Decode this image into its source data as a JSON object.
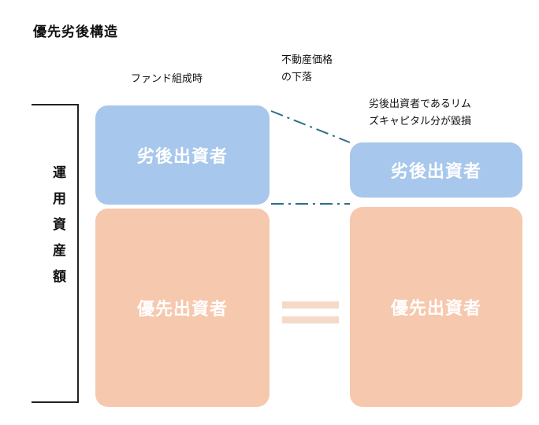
{
  "title": "優先劣後構造",
  "axis_label": "運用資産額",
  "labels": {
    "formation": "ファンド組成時",
    "decline_line1": "不動産価格",
    "decline_line2": "の下落",
    "loss_line1": "劣後出資者であるリム",
    "loss_line2": "ズキャピタル分が毀損"
  },
  "blocks": {
    "left_junior": "劣後出資者",
    "left_senior": "優先出資者",
    "right_junior": "劣後出資者",
    "right_senior": "優先出資者"
  },
  "colors": {
    "junior": "#a7c7ec",
    "senior": "#f6c8ad",
    "dash_line": "#2f6f86",
    "equal_sign": "#f6d9c8"
  }
}
